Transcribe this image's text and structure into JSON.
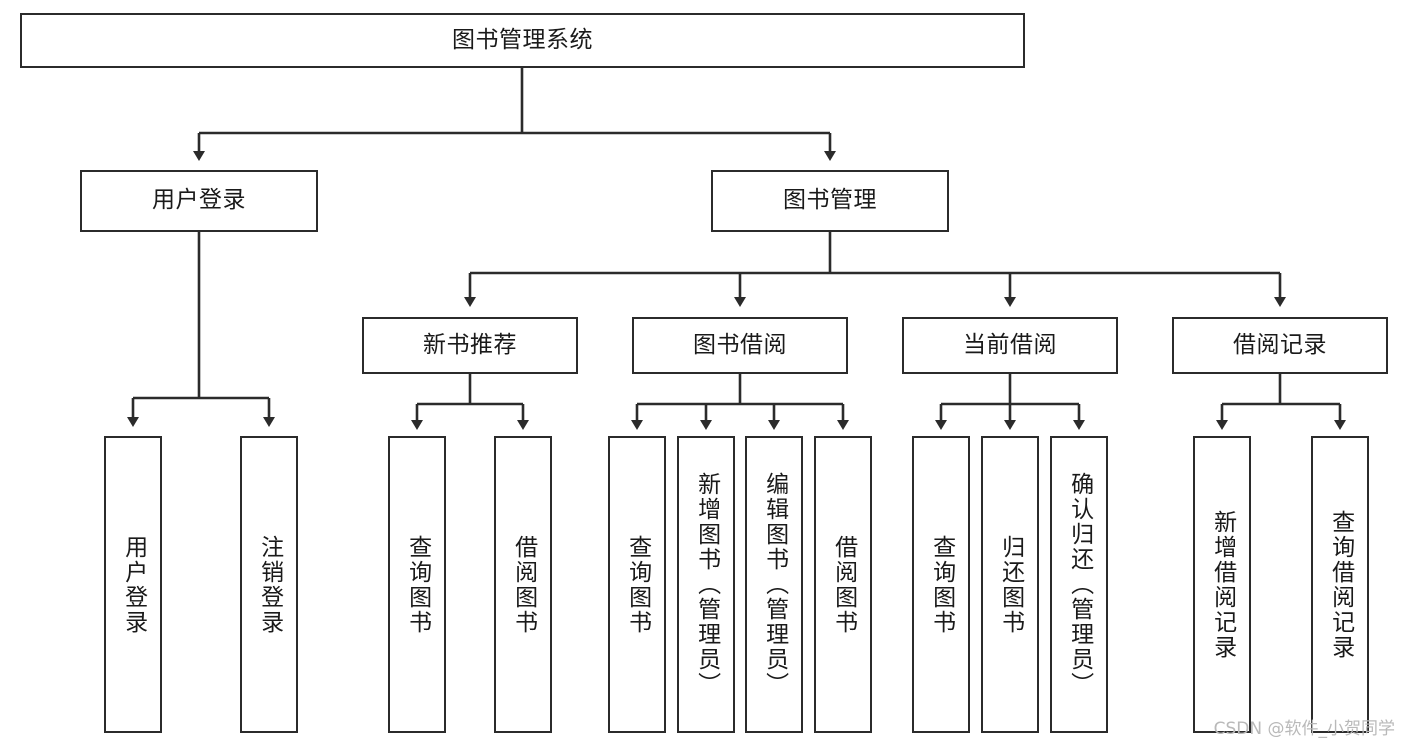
{
  "diagram": {
    "title": "图书管理系统",
    "type": "tree-hierarchy",
    "watermark": "CSDN @软件_小贺同学",
    "colors": {
      "background": "#ffffff",
      "box_border": "#2b2b2b",
      "box_fill": "#ffffff",
      "edge": "#2b2b2b",
      "text": "#1a1a1a",
      "watermark": "#b9b9b9"
    },
    "levels": {
      "root": {
        "label": "图书管理系统"
      },
      "level2": [
        {
          "id": "user-login",
          "label": "用户登录"
        },
        {
          "id": "book-manage",
          "label": "图书管理"
        }
      ],
      "level3": [
        {
          "id": "new-book-rec",
          "label": "新书推荐"
        },
        {
          "id": "book-borrow",
          "label": "图书借阅"
        },
        {
          "id": "current-borrow",
          "label": "当前借阅"
        },
        {
          "id": "borrow-record",
          "label": "借阅记录"
        }
      ],
      "leaves": {
        "user_login": [
          {
            "id": "leaf-user-login",
            "label": "用户登录"
          },
          {
            "id": "leaf-logout-login",
            "label": "注销登录"
          }
        ],
        "new_book_rec": [
          {
            "id": "leaf-query-book-1",
            "label": "查询图书"
          },
          {
            "id": "leaf-borrow-book-1",
            "label": "借阅图书"
          }
        ],
        "book_borrow": [
          {
            "id": "leaf-query-book-2",
            "label": "查询图书"
          },
          {
            "id": "leaf-add-book",
            "label": "新增图书（管理员）"
          },
          {
            "id": "leaf-edit-book",
            "label": "编辑图书（管理员）"
          },
          {
            "id": "leaf-borrow-book-2",
            "label": "借阅图书"
          }
        ],
        "current_borrow": [
          {
            "id": "leaf-query-book-3",
            "label": "查询图书"
          },
          {
            "id": "leaf-return-book",
            "label": "归还图书"
          },
          {
            "id": "leaf-confirm-return",
            "label": "确认归还（管理员）"
          }
        ],
        "borrow_record": [
          {
            "id": "leaf-add-record",
            "label": "新增借阅记录"
          },
          {
            "id": "leaf-query-record",
            "label": "查询借阅记录"
          }
        ]
      }
    },
    "edges": [
      {
        "from": "图书管理系统",
        "to": "用户登录"
      },
      {
        "from": "图书管理系统",
        "to": "图书管理"
      },
      {
        "from": "用户登录",
        "to": "用户登录"
      },
      {
        "from": "用户登录",
        "to": "注销登录"
      },
      {
        "from": "图书管理",
        "to": "新书推荐"
      },
      {
        "from": "图书管理",
        "to": "图书借阅"
      },
      {
        "from": "图书管理",
        "to": "当前借阅"
      },
      {
        "from": "图书管理",
        "to": "借阅记录"
      },
      {
        "from": "新书推荐",
        "to": "查询图书"
      },
      {
        "from": "新书推荐",
        "to": "借阅图书"
      },
      {
        "from": "图书借阅",
        "to": "查询图书"
      },
      {
        "from": "图书借阅",
        "to": "新增图书（管理员）"
      },
      {
        "from": "图书借阅",
        "to": "编辑图书（管理员）"
      },
      {
        "from": "图书借阅",
        "to": "借阅图书"
      },
      {
        "from": "当前借阅",
        "to": "查询图书"
      },
      {
        "from": "当前借阅",
        "to": "归还图书"
      },
      {
        "from": "当前借阅",
        "to": "确认归还（管理员）"
      },
      {
        "from": "借阅记录",
        "to": "新增借阅记录"
      },
      {
        "from": "借阅记录",
        "to": "查询借阅记录"
      }
    ]
  }
}
